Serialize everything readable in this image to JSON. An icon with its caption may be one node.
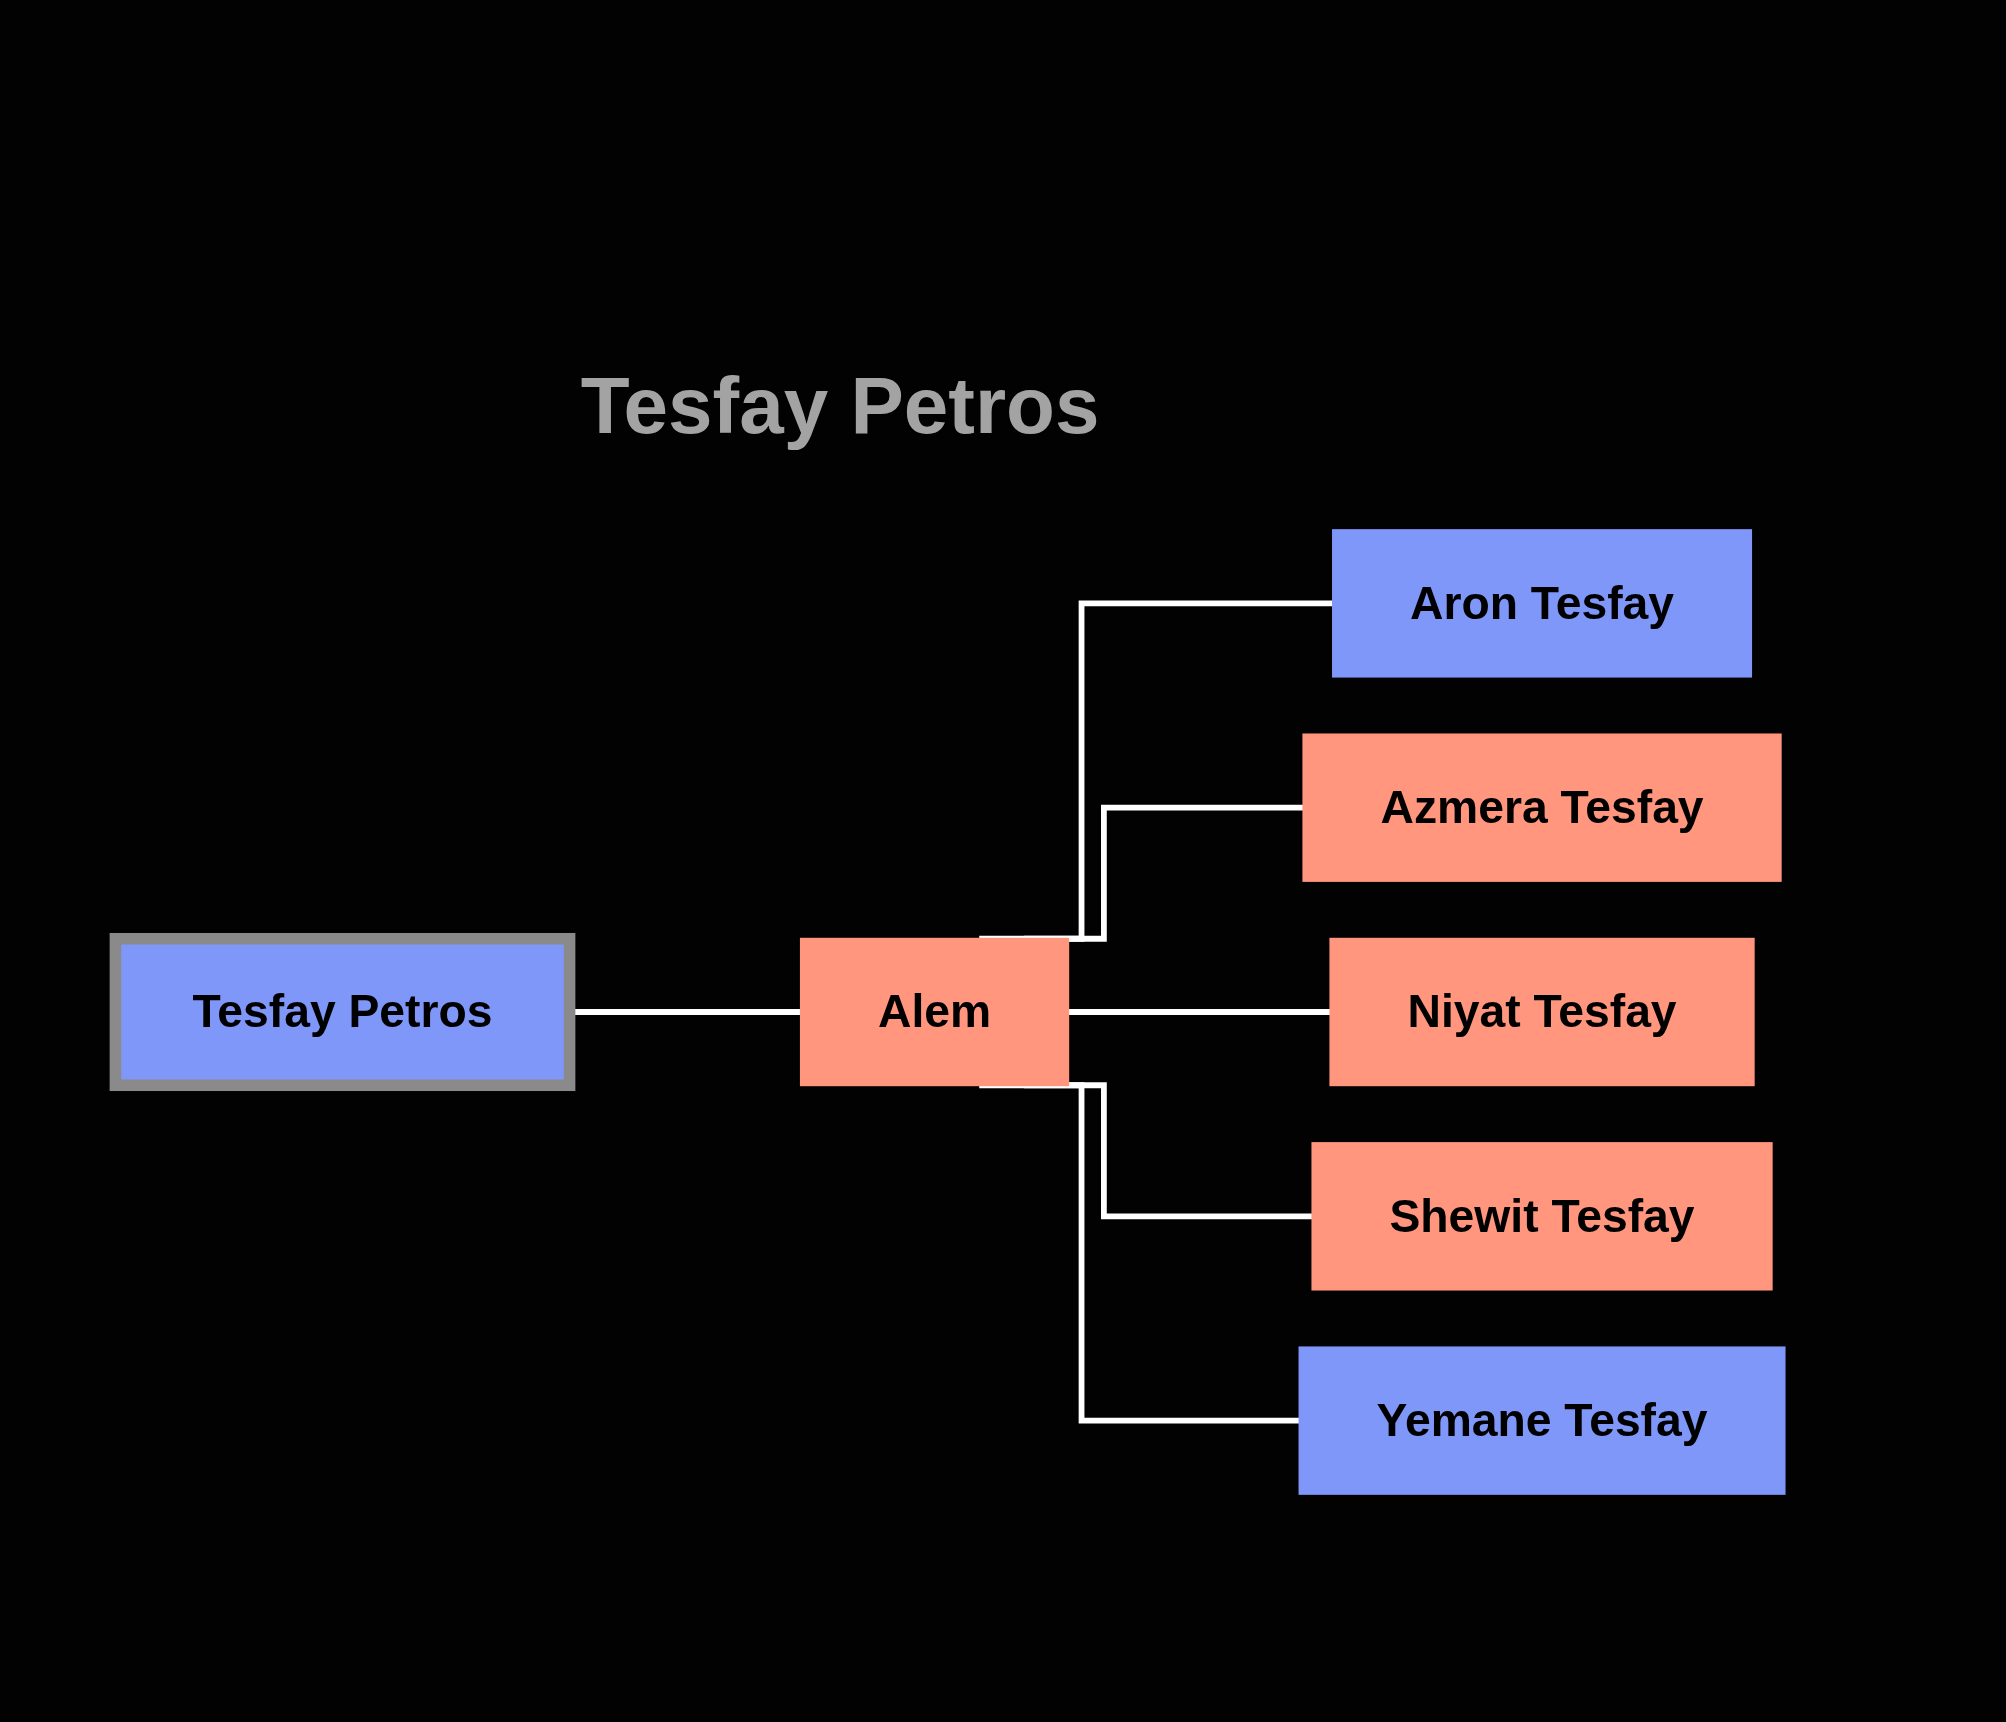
{
  "diagram": {
    "title": "Tesfay Petros",
    "nodes": [
      {
        "text": [
          "Tesfay Petros"
        ]
      },
      {
        "text": [
          "Alem"
        ]
      },
      {
        "text": [
          "Aron Tesfay"
        ]
      },
      {
        "text": [
          "Azmera Tesfay"
        ]
      },
      {
        "text": [
          "Niyat Tesfay"
        ]
      },
      {
        "text": [
          "Shewit Tesfay"
        ]
      },
      {
        "text": [
          "Yemane Tesfay"
        ]
      }
    ],
    "edges": [
      {
        "from": 0,
        "to": 1,
        "arrow": "none"
      },
      {
        "from": 1,
        "to": 2,
        "arrow": "none"
      },
      {
        "from": 1,
        "to": 3,
        "arrow": "none"
      },
      {
        "from": 1,
        "to": 4,
        "arrow": "none"
      },
      {
        "from": 1,
        "to": 5,
        "arrow": "none"
      },
      {
        "from": 1,
        "to": 6,
        "arrow": "none"
      }
    ]
  }
}
